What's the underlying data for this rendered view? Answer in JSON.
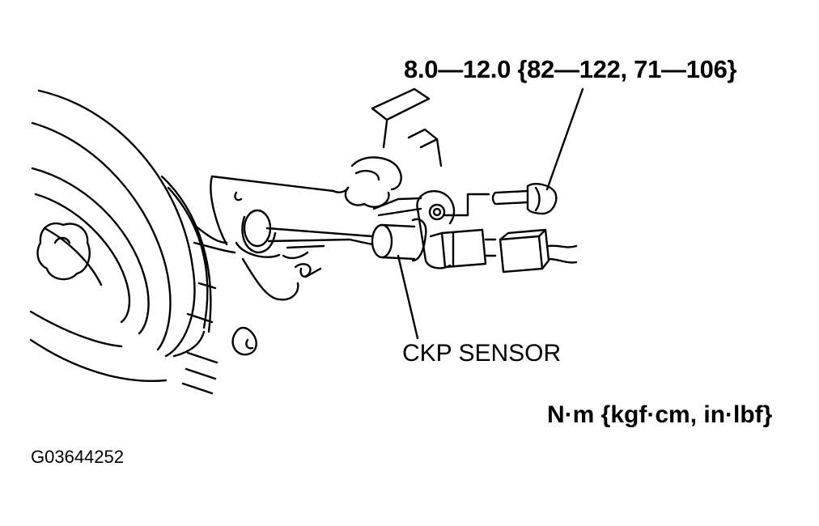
{
  "torque_spec": "8.0—12.0 {82—122, 71—106}",
  "component_label": "CKP SENSOR",
  "units": "N·m {kgf·cm, in·lbf}",
  "figure_id": "G03644252"
}
